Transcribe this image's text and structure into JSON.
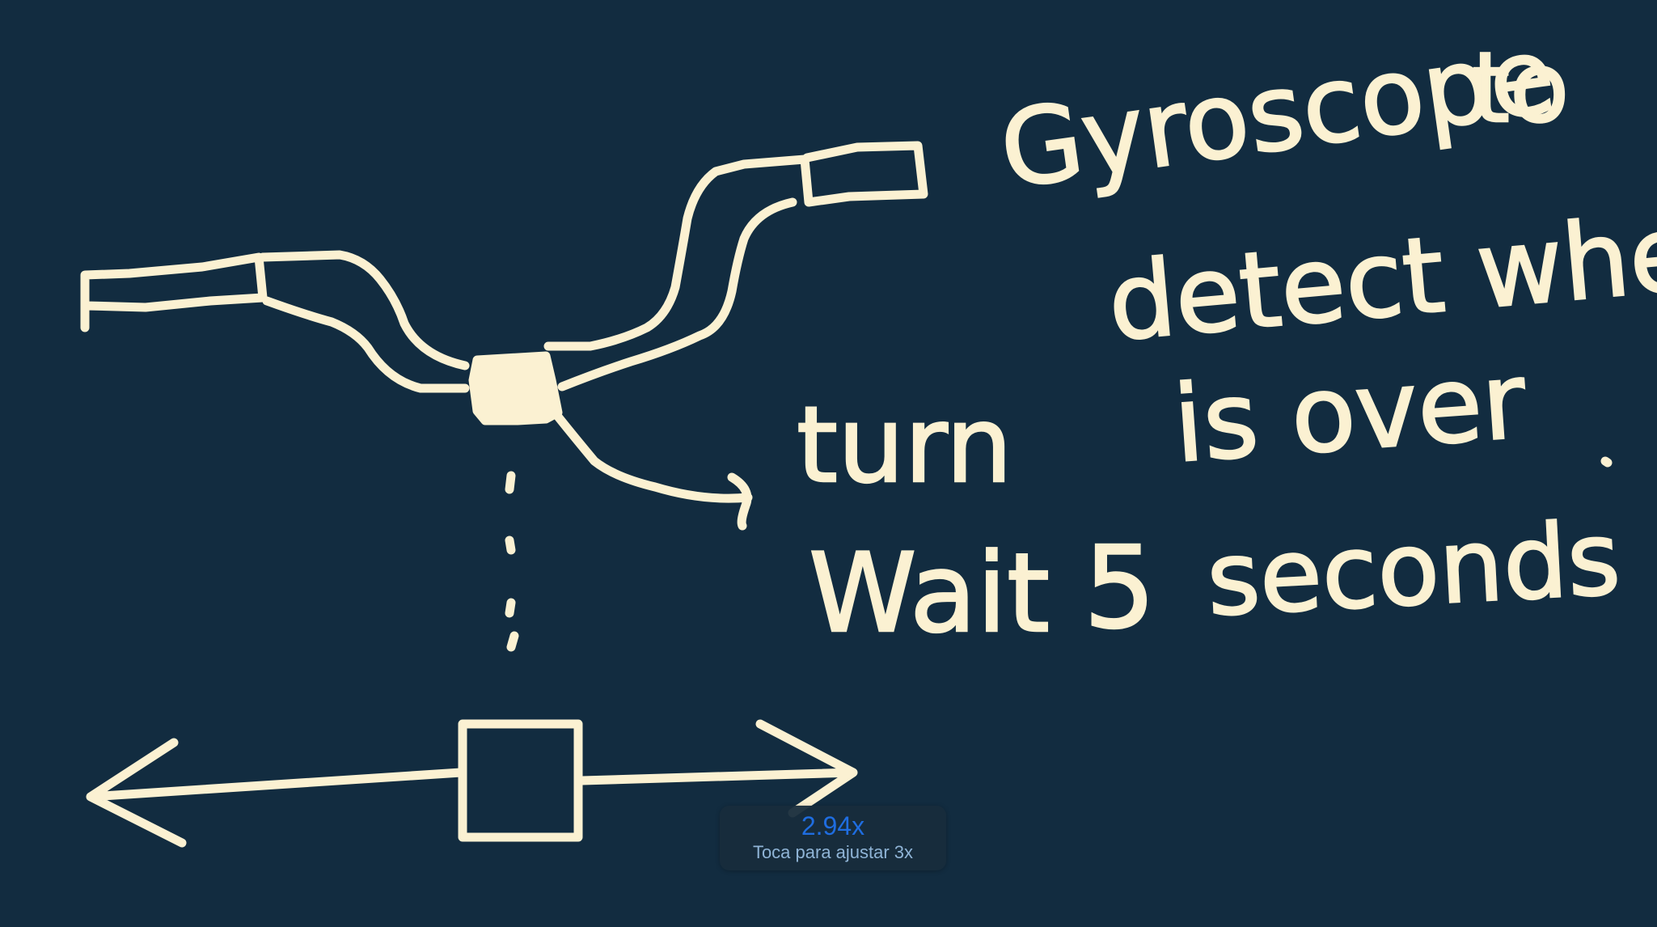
{
  "canvas": {
    "background_color": "#122c40",
    "ink_color": "#fbf1d2"
  },
  "notes": {
    "line1_a": "Gyroscope",
    "line1_b": "to",
    "line2": "detect when",
    "turn": "turn",
    "is_over": "is over",
    "wait": "Wait",
    "five": "5",
    "seconds": "seconds"
  },
  "zoom_hud": {
    "value": "2.94x",
    "hint": "Toca para ajustar 3x",
    "accent_color": "#1f6de0"
  }
}
